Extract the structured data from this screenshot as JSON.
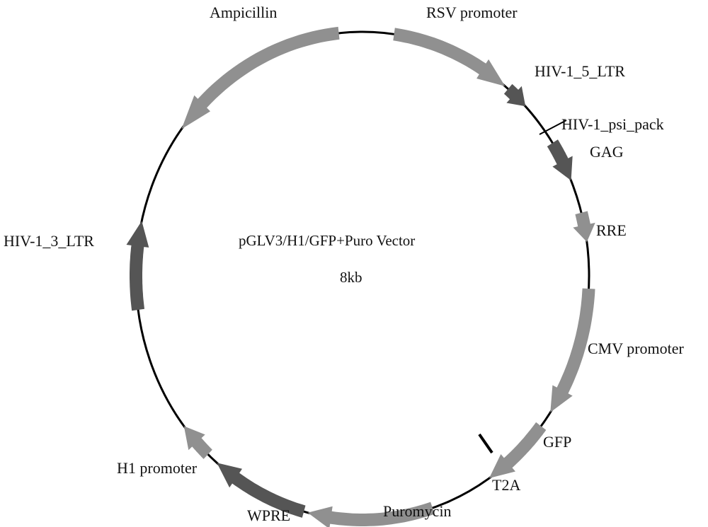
{
  "plasmid": {
    "name": "pGLV3/H1/GFP+Puro Vector",
    "size": "8kb"
  },
  "colors": {
    "backbone": "#000000",
    "light_feature": "#909090",
    "dark_feature": "#555555",
    "text": "#111111"
  },
  "features": [
    {
      "name": "ampicillin",
      "label": "Ampicillin",
      "shade": "light_feature",
      "direction": "ccw",
      "kind": "arrow"
    },
    {
      "name": "rsv-promoter",
      "label": "RSV promoter",
      "shade": "light_feature",
      "direction": "cw",
      "kind": "arrow"
    },
    {
      "name": "hiv-1-5-ltr",
      "label": "HIV-1_5_LTR",
      "shade": "dark_feature",
      "direction": "cw",
      "kind": "arrow"
    },
    {
      "name": "hiv-1-psi-pack",
      "label": "HIV-1_psi_pack",
      "shade": "dark_feature",
      "direction": "cw",
      "kind": "tick"
    },
    {
      "name": "gag",
      "label": "GAG",
      "shade": "dark_feature",
      "direction": "cw",
      "kind": "arrow"
    },
    {
      "name": "rre",
      "label": "RRE",
      "shade": "light_feature",
      "direction": "cw",
      "kind": "arrow"
    },
    {
      "name": "cmv-promoter",
      "label": "CMV promoter",
      "shade": "light_feature",
      "direction": "cw",
      "kind": "arrow"
    },
    {
      "name": "gfp",
      "label": "GFP",
      "shade": "light_feature",
      "direction": "cw",
      "kind": "arrow"
    },
    {
      "name": "t2a",
      "label": "T2A",
      "shade": "dark_feature",
      "direction": "cw",
      "kind": "tick"
    },
    {
      "name": "puromycin",
      "label": "Puromycin",
      "shade": "light_feature",
      "direction": "cw",
      "kind": "arrow"
    },
    {
      "name": "wpre",
      "label": "WPRE",
      "shade": "dark_feature",
      "direction": "ccw",
      "kind": "arrow"
    },
    {
      "name": "h1-promoter",
      "label": "H1 promoter",
      "shade": "light_feature",
      "direction": "ccw",
      "kind": "arrow"
    },
    {
      "name": "hiv-1-3-ltr",
      "label": "HIV-1_3_LTR",
      "shade": "dark_feature",
      "direction": "ccw",
      "kind": "arrow"
    }
  ]
}
